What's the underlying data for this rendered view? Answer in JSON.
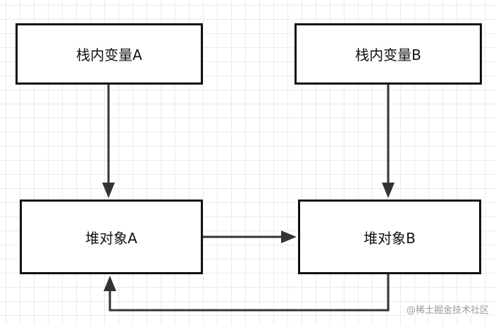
{
  "nodes": {
    "stack_a": "栈内变量A",
    "stack_b": "栈内变量B",
    "heap_a": "堆对象A",
    "heap_b": "堆对象B"
  },
  "edges": [
    {
      "from": "栈内变量A",
      "to": "堆对象A"
    },
    {
      "from": "栈内变量B",
      "to": "堆对象B"
    },
    {
      "from": "堆对象A",
      "to": "堆对象B"
    },
    {
      "from": "堆对象B",
      "to": "堆对象A"
    }
  ],
  "watermark": "@稀土掘金技术社区",
  "colors": {
    "line": "#333333",
    "border": "#111111",
    "grid": "#ebebeb"
  }
}
